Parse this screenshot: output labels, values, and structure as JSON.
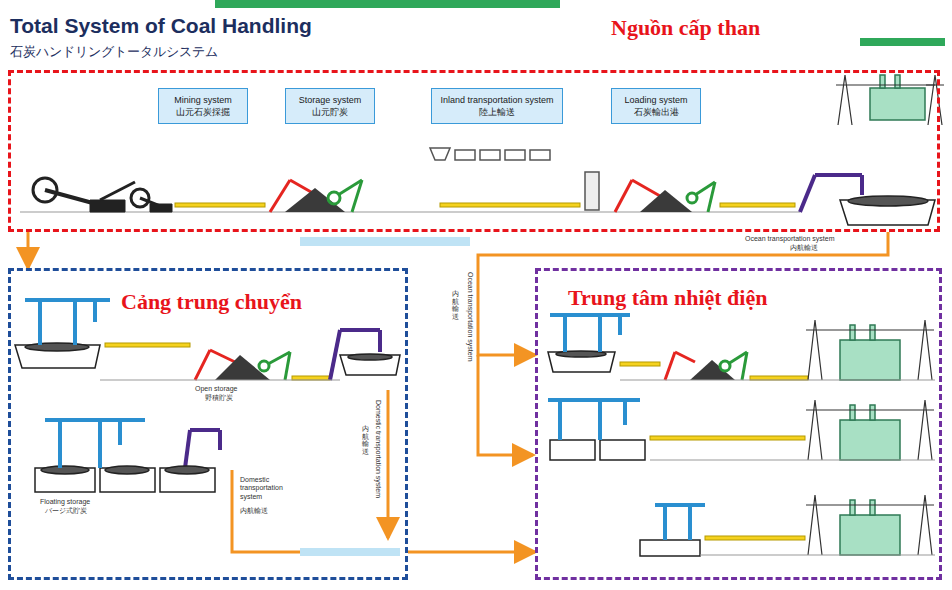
{
  "diagram": {
    "title": "Total System of Coal Handling",
    "nodes": [
      {
        "text": [
          "Nguồn cấp than"
        ]
      },
      {
        "text": [
          "Mining system",
          "山元石炭採掘"
        ],
        "in": 0
      },
      {
        "text": [
          "Storage system",
          "山元貯炭"
        ],
        "in": 0
      },
      {
        "text": [
          "Inland transportation system",
          "陸上輸送"
        ],
        "in": 0
      },
      {
        "text": [
          "Loading system",
          "石炭輸出港"
        ],
        "in": 0
      },
      {
        "text": [
          "Cảng trung chuyển"
        ]
      },
      {
        "text": [
          "Trung tâm nhiệt điện"
        ]
      }
    ],
    "edges": [
      {
        "from": 0,
        "to": 5,
        "arrow": "to"
      },
      {
        "from": 0,
        "to": 6,
        "arrow": "to"
      },
      {
        "from": 5,
        "to": 6,
        "arrow": "to"
      }
    ],
    "labels": [
      "石炭ハンドリングトータルシステム",
      "Ocean transportation system",
      "内航輸送",
      "Open storage",
      "野積貯炭",
      "Floating storage",
      "バージ式貯炭",
      "Domestic transportation system",
      "内航輸送",
      "Domestic transportation system",
      "内航輸送",
      "Ocean transportation system",
      "内航輸送"
    ]
  }
}
